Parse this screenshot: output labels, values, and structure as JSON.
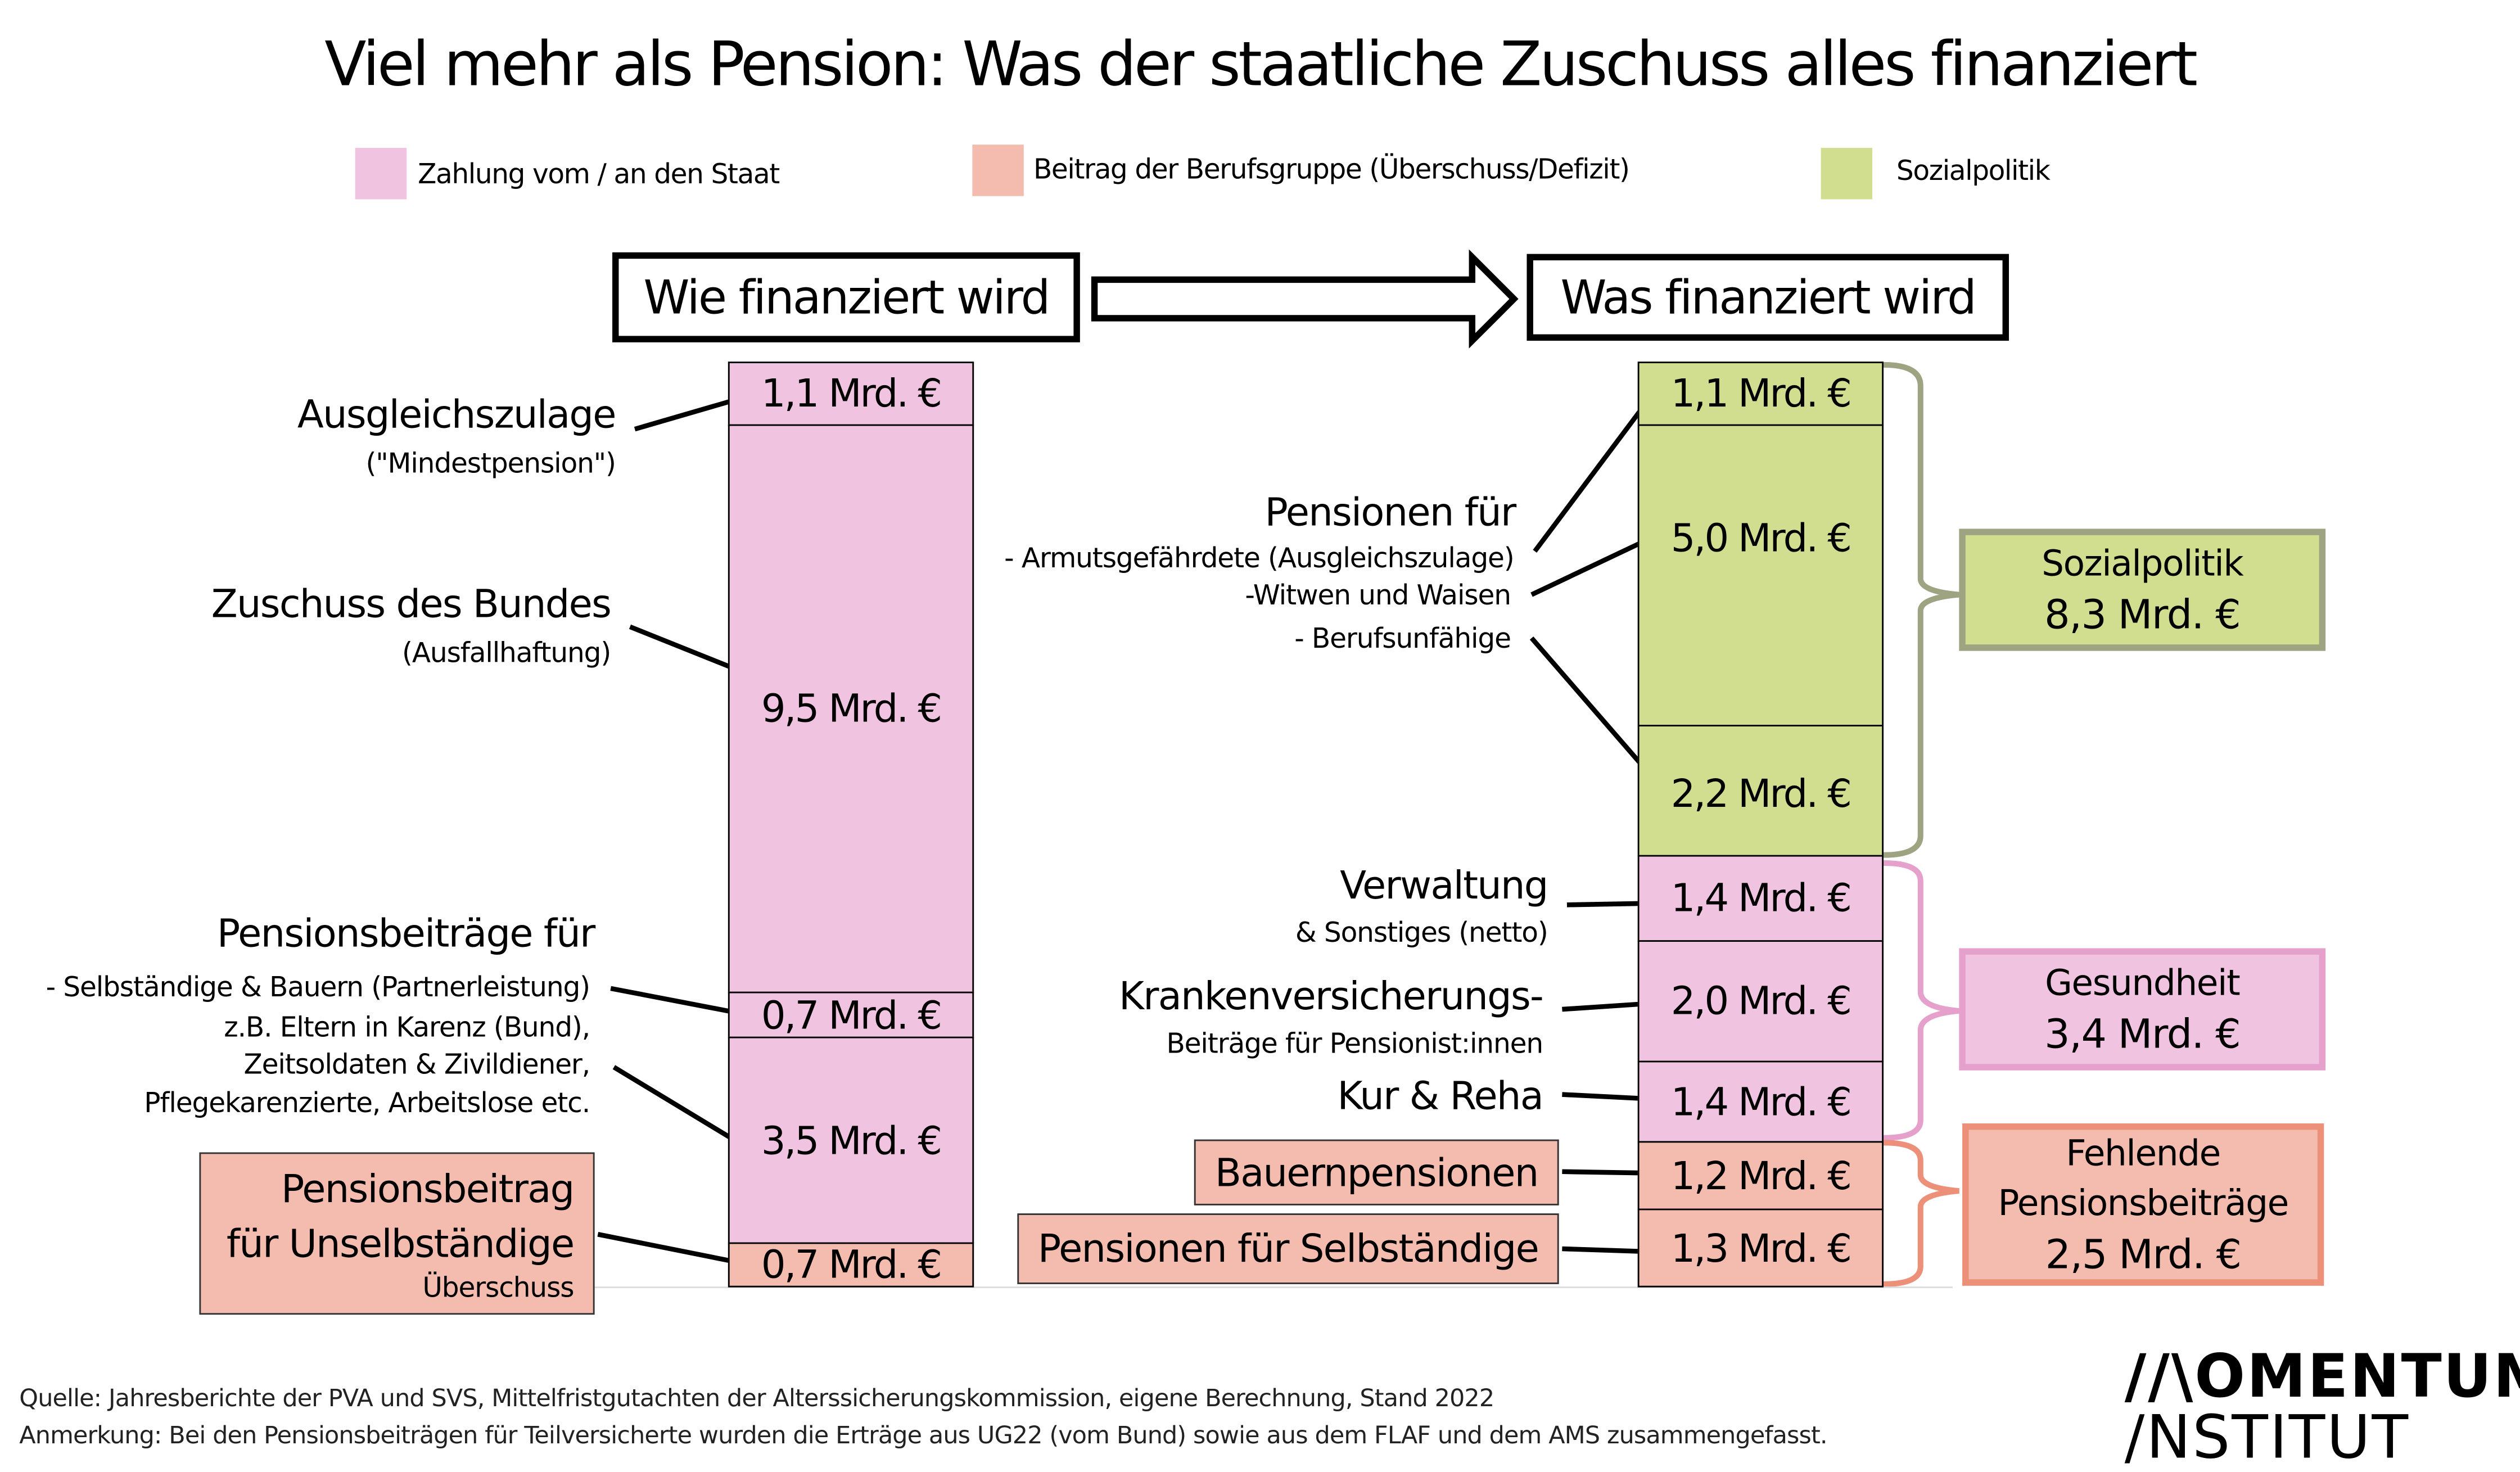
{
  "title": "Viel mehr als Pension: Was der staatliche Zuschuss alles finanziert",
  "legend": [
    {
      "label": "Zahlung vom / an den Staat",
      "color": "#f0c4e0"
    },
    {
      "label": "Beitrag der Berufsgruppe (Überschuss/Defizit)",
      "color": "#f3bcae"
    },
    {
      "label": "Sozialpolitik",
      "color": "#d1de8f"
    }
  ],
  "headers": {
    "left": "Wie finanziert wird",
    "right": "Was finanziert wird"
  },
  "left_bar": [
    {
      "value": "1,1 Mrd. €",
      "amount": 1.1,
      "color": "pink"
    },
    {
      "value": "9,5 Mrd. €",
      "amount": 9.5,
      "color": "pink"
    },
    {
      "value": "0,7 Mrd. €",
      "amount": 0.7,
      "color": "pink"
    },
    {
      "value": "3,5 Mrd. €",
      "amount": 3.5,
      "color": "pink"
    },
    {
      "value": "0,7 Mrd. €",
      "amount": 0.7,
      "color": "salmon"
    }
  ],
  "right_bar": [
    {
      "value": "1,1 Mrd. €",
      "amount": 1.1,
      "color": "green"
    },
    {
      "value": "5,0 Mrd. €",
      "amount": 5.0,
      "color": "green"
    },
    {
      "value": "2,2 Mrd. €",
      "amount": 2.2,
      "color": "green"
    },
    {
      "value": "1,4 Mrd. €",
      "amount": 1.4,
      "color": "pink"
    },
    {
      "value": "2,0 Mrd. €",
      "amount": 2.0,
      "color": "pink"
    },
    {
      "value": "1,4 Mrd. €",
      "amount": 1.4,
      "color": "pink"
    },
    {
      "value": "1,2 Mrd. €",
      "amount": 1.2,
      "color": "salmon"
    },
    {
      "value": "1,3 Mrd. €",
      "amount": 1.3,
      "color": "salmon"
    }
  ],
  "left_labels": {
    "ausgleich": {
      "title": "Ausgleichszulage",
      "sub": "(\"Mindestpension\")"
    },
    "zuschuss": {
      "title": "Zuschuss des Bundes",
      "sub": "(Ausfallhaftung)"
    },
    "beitraege": {
      "title": "Pensionsbeiträge für",
      "lines": [
        "- Selbständige & Bauern (Partnerleistung)",
        "z.B. Eltern in Karenz (Bund),",
        "Zeitsoldaten & Zivildiener,",
        "Pflegekarenzierte, Arbeitslose etc."
      ]
    },
    "unselb": {
      "line1": "Pensionsbeitrag",
      "line2": "für Unselbständige",
      "sub": "Überschuss"
    }
  },
  "right_labels": {
    "pensionen": {
      "title": "Pensionen für",
      "lines": [
        "- Armutsgefährdete (Ausgleichszulage)",
        "-Witwen und Waisen",
        "- Berufsunfähige"
      ]
    },
    "verwaltung": {
      "title": "Verwaltung",
      "sub": "& Sonstiges (netto)"
    },
    "kv": {
      "title": "Krankenversicherungs-",
      "sub": "Beiträge für Pensionist:innen"
    },
    "kur": "Kur & Reha",
    "bauern": "Bauernpensionen",
    "selb": "Pensionen für Selbständige"
  },
  "summaries": [
    {
      "lines": [
        "Sozialpolitik",
        "8,3 Mrd. €"
      ],
      "border": "#9ea382",
      "fill": "#d1de8f"
    },
    {
      "lines": [
        "Gesundheit",
        "3,4 Mrd. €"
      ],
      "border": "#e6a0cc",
      "fill": "#f0c4e0"
    },
    {
      "lines": [
        "Fehlende",
        "Pensionsbeiträge",
        "2,5 Mrd. €"
      ],
      "border": "#ec9079",
      "fill": "#f3bcae"
    }
  ],
  "footer": {
    "source": "Quelle: Jahresberichte der PVA und SVS, Mittelfristgutachten der Alterssicherungskommission, eigene Berechnung, Stand 2022",
    "note": "Anmerkung:  Bei den Pensionsbeiträgen für Teilversicherte wurden die Erträge aus UG22 (vom Bund) sowie aus dem FLAF und dem AMS zusammengefasst."
  },
  "logo": {
    "line1": "//\\OMENTUM",
    "line2": "/NSTITUT"
  }
}
